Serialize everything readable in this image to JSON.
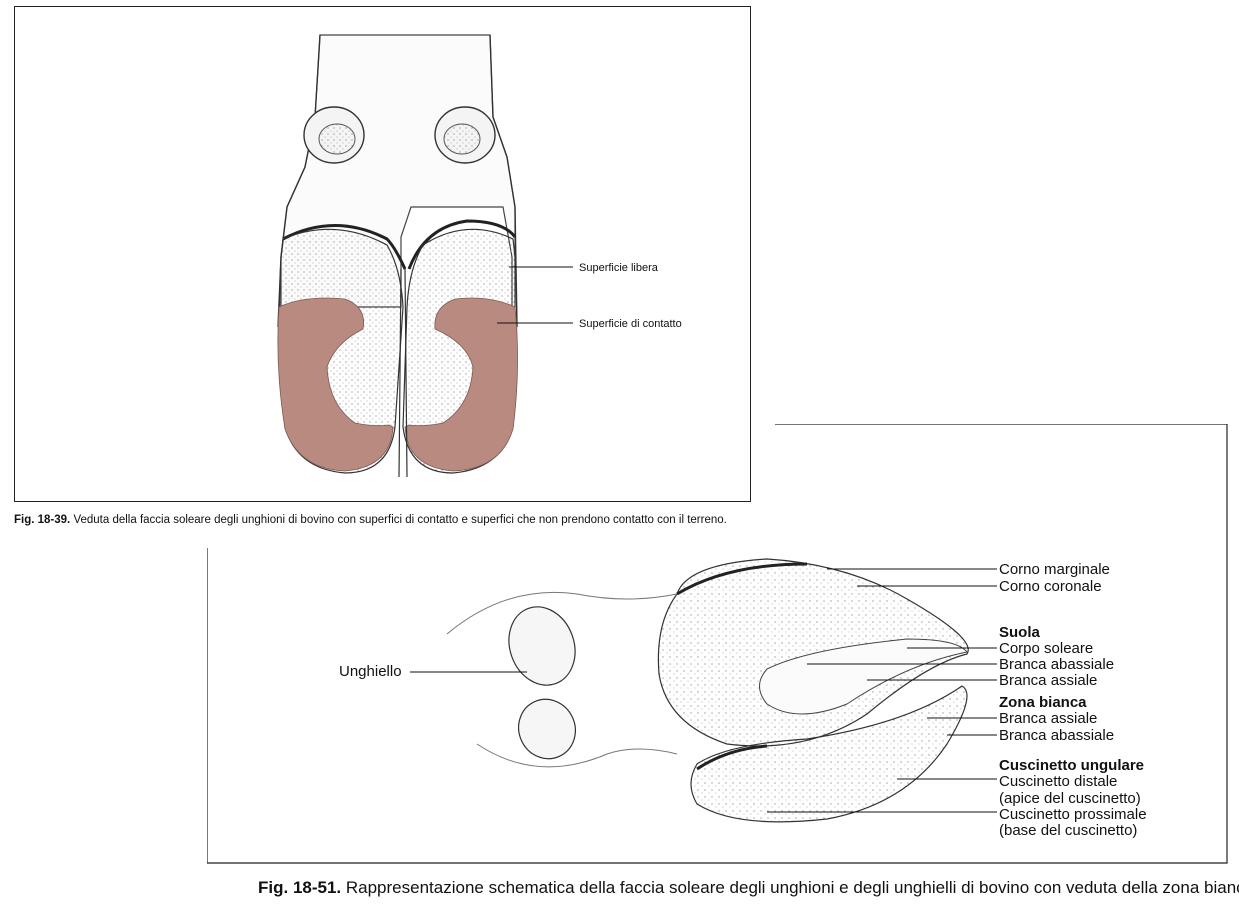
{
  "fig1": {
    "labels": {
      "free_surface": "Superficie libera",
      "contact_surface": "Superficie di contatto"
    },
    "caption_number": "Fig. 18-39.",
    "caption_text": "Veduta della faccia soleare degli unghioni di bovino con superfici di contatto e superfici che non prendono contatto con il terreno.",
    "contact_color": "#b98a80"
  },
  "fig2": {
    "labels": {
      "corno_marginale": "Corno marginale",
      "corno_coronale": "Corno coronale",
      "suola": "Suola",
      "corpo_soleare": "Corpo soleare",
      "branca_abassiale_1": "Branca abassiale",
      "branca_assiale_1": "Branca assiale",
      "zona_bianca": "Zona bianca",
      "branca_assiale_2": "Branca assiale",
      "branca_abassiale_2": "Branca abassiale",
      "cuscinetto_ungulare": "Cuscinetto ungulare",
      "cuscinetto_distale": "Cuscinetto distale",
      "apice": "(apice del cuscinetto)",
      "cuscinetto_prossimale": "Cuscinetto prossimale",
      "base": "(base del cuscinetto)",
      "unghiello": "Unghiello"
    },
    "caption_number": "Fig. 18-51.",
    "caption_text": "Rappresentazione schematica della faccia soleare degli unghioni e degli unghielli di bovino con veduta della zona bianca."
  }
}
